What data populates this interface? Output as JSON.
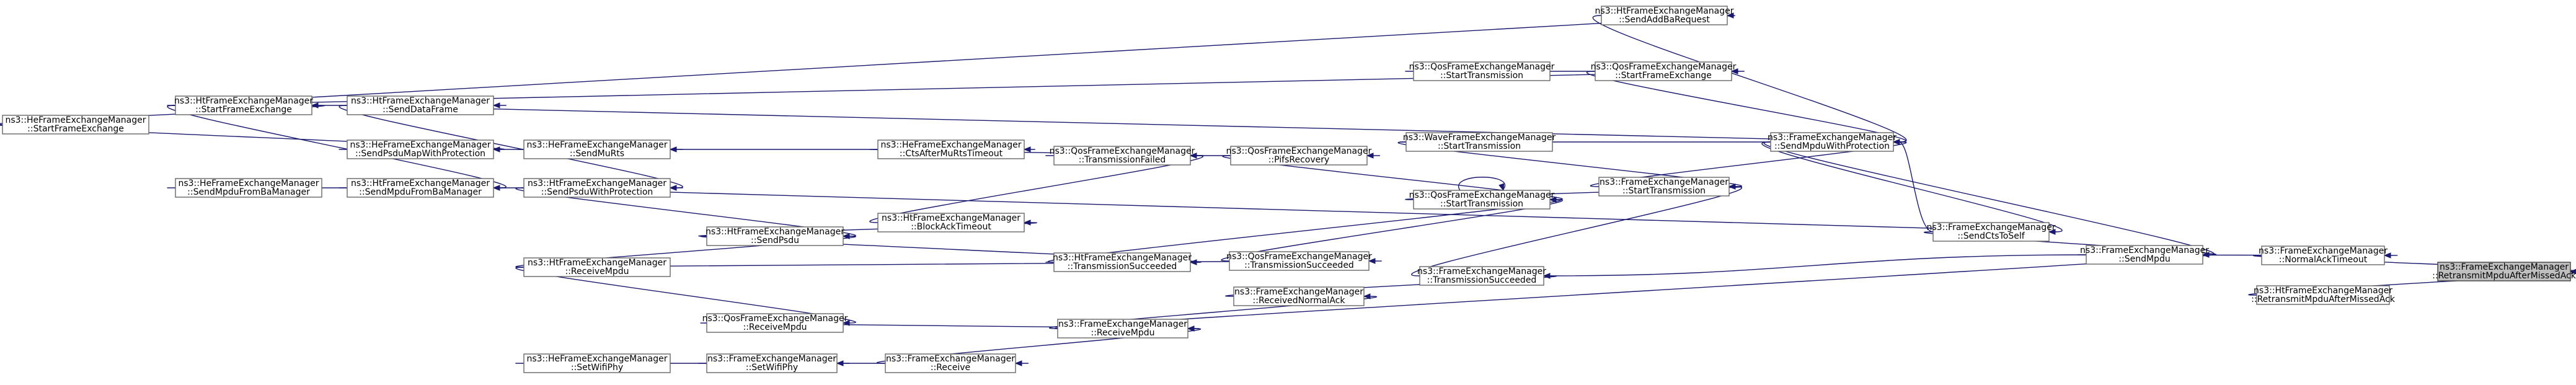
{
  "nodes": [
    {
      "id": "retransmit_missed_ack",
      "lines": [
        "ns3::FrameExchangeManager",
        "::RetransmitMpduAfterMissedAck"
      ],
      "focus": true
    },
    {
      "id": "ht_retransmit_missed_ack",
      "lines": [
        "ns3::HtFrameExchangeManager",
        "::RetransmitMpduAfterMissedAck"
      ]
    },
    {
      "id": "normal_ack_timeout",
      "lines": [
        "ns3::FrameExchangeManager",
        "::NormalAckTimeout"
      ]
    },
    {
      "id": "send_mpdu",
      "lines": [
        "ns3::FrameExchangeManager",
        "::SendMpdu"
      ]
    },
    {
      "id": "send_mpdu_with_protection",
      "lines": [
        "ns3::FrameExchangeManager",
        "::SendMpduWithProtection"
      ]
    },
    {
      "id": "send_cts_to_self",
      "lines": [
        "ns3::FrameExchangeManager",
        "::SendCtsToSelf"
      ]
    },
    {
      "id": "ht_send_add_ba_request",
      "lines": [
        "ns3::HtFrameExchangeManager",
        "::SendAddBaRequest"
      ]
    },
    {
      "id": "qos_start_frame_exchange",
      "lines": [
        "ns3::QosFrameExchangeManager",
        "::StartFrameExchange"
      ]
    },
    {
      "id": "qos_start_transmission_top",
      "lines": [
        "ns3::QosFrameExchangeManager",
        "::StartTransmission"
      ]
    },
    {
      "id": "wave_start_transmission",
      "lines": [
        "ns3::WaveFrameExchangeManager",
        "::StartTransmission"
      ]
    },
    {
      "id": "fem_start_transmission",
      "lines": [
        "ns3::FrameExchangeManager",
        "::StartTransmission"
      ]
    },
    {
      "id": "qos_start_transmission",
      "lines": [
        "ns3::QosFrameExchangeManager",
        "::StartTransmission"
      ]
    },
    {
      "id": "fem_transmission_succeeded",
      "lines": [
        "ns3::FrameExchangeManager",
        "::TransmissionSucceeded"
      ]
    },
    {
      "id": "qos_pifs_recovery",
      "lines": [
        "ns3::QosFrameExchangeManager",
        "::PifsRecovery"
      ]
    },
    {
      "id": "qos_transmission_failed",
      "lines": [
        "ns3::QosFrameExchangeManager",
        "::TransmissionFailed"
      ]
    },
    {
      "id": "qos_transmission_succeeded",
      "lines": [
        "ns3::QosFrameExchangeManager",
        "::TransmissionSucceeded"
      ]
    },
    {
      "id": "fem_received_normal_ack",
      "lines": [
        "ns3::FrameExchangeManager",
        "::ReceivedNormalAck"
      ]
    },
    {
      "id": "fem_receive_mpdu",
      "lines": [
        "ns3::FrameExchangeManager",
        "::ReceiveMpdu"
      ]
    },
    {
      "id": "fem_receive",
      "lines": [
        "ns3::FrameExchangeManager",
        "::Receive"
      ]
    },
    {
      "id": "fem_set_wifi_phy",
      "lines": [
        "ns3::FrameExchangeManager",
        "::SetWifiPhy"
      ]
    },
    {
      "id": "he_set_wifi_phy",
      "lines": [
        "ns3::HeFrameExchangeManager",
        "::SetWifiPhy"
      ]
    },
    {
      "id": "qos_receive_mpdu",
      "lines": [
        "ns3::QosFrameExchangeManager",
        "::ReceiveMpdu"
      ]
    },
    {
      "id": "ht_receive_mpdu",
      "lines": [
        "ns3::HtFrameExchangeManager",
        "::ReceiveMpdu"
      ]
    },
    {
      "id": "ht_transmission_succeeded",
      "lines": [
        "ns3::HtFrameExchangeManager",
        "::TransmissionSucceeded"
      ]
    },
    {
      "id": "he_cts_after_mu_rts_timeout",
      "lines": [
        "ns3::HeFrameExchangeManager",
        "::CtsAfterMuRtsTimeout"
      ]
    },
    {
      "id": "he_send_mu_rts",
      "lines": [
        "ns3::HeFrameExchangeManager",
        "::SendMuRts"
      ]
    },
    {
      "id": "ht_block_ack_timeout",
      "lines": [
        "ns3::HtFrameExchangeManager",
        "::BlockAckTimeout"
      ]
    },
    {
      "id": "ht_send_psdu",
      "lines": [
        "ns3::HtFrameExchangeManager",
        "::SendPsdu"
      ]
    },
    {
      "id": "ht_send_psdu_with_protection",
      "lines": [
        "ns3::HtFrameExchangeManager",
        "::SendPsduWithProtection"
      ]
    },
    {
      "id": "ht_send_data_frame",
      "lines": [
        "ns3::HtFrameExchangeManager",
        "::SendDataFrame"
      ]
    },
    {
      "id": "he_send_psdu_map_with_protection",
      "lines": [
        "ns3::HeFrameExchangeManager",
        "::SendPsduMapWithProtection"
      ]
    },
    {
      "id": "ht_send_mpdu_from_ba_manager",
      "lines": [
        "ns3::HtFrameExchangeManager",
        "::SendMpduFromBaManager"
      ]
    },
    {
      "id": "he_send_mpdu_from_ba_manager",
      "lines": [
        "ns3::HeFrameExchangeManager",
        "::SendMpduFromBaManager"
      ]
    },
    {
      "id": "ht_start_frame_exchange",
      "lines": [
        "ns3::HtFrameExchangeManager",
        "::StartFrameExchange"
      ]
    },
    {
      "id": "he_start_frame_exchange",
      "lines": [
        "ns3::HeFrameExchangeManager",
        "::StartFrameExchange"
      ]
    }
  ],
  "edges": [
    [
      "ht_retransmit_missed_ack",
      "retransmit_missed_ack"
    ],
    [
      "normal_ack_timeout",
      "retransmit_missed_ack"
    ],
    [
      "send_mpdu",
      "normal_ack_timeout"
    ],
    [
      "send_mpdu_with_protection",
      "send_mpdu"
    ],
    [
      "send_cts_to_self",
      "send_mpdu"
    ],
    [
      "fem_receive_mpdu",
      "send_mpdu"
    ],
    [
      "send_mpdu",
      "fem_transmission_succeeded"
    ],
    [
      "send_mpdu_with_protection",
      "send_cts_to_self"
    ],
    [
      "send_cts_to_self",
      "send_mpdu_with_protection"
    ],
    [
      "ht_send_add_ba_request",
      "send_mpdu_with_protection"
    ],
    [
      "qos_start_frame_exchange",
      "send_mpdu_with_protection"
    ],
    [
      "wave_start_transmission",
      "send_mpdu_with_protection"
    ],
    [
      "fem_start_transmission",
      "send_mpdu_with_protection"
    ],
    [
      "ht_send_data_frame",
      "send_mpdu_with_protection"
    ],
    [
      "qos_start_transmission_top",
      "qos_start_frame_exchange"
    ],
    [
      "wave_start_transmission",
      "fem_start_transmission"
    ],
    [
      "qos_start_transmission",
      "fem_start_transmission"
    ],
    [
      "fem_transmission_succeeded",
      "fem_start_transmission"
    ],
    [
      "qos_start_transmission",
      "qos_start_transmission"
    ],
    [
      "qos_pifs_recovery",
      "qos_start_transmission"
    ],
    [
      "qos_transmission_succeeded",
      "qos_start_transmission"
    ],
    [
      "ht_transmission_succeeded",
      "qos_start_transmission"
    ],
    [
      "qos_transmission_failed",
      "qos_pifs_recovery"
    ],
    [
      "he_cts_after_mu_rts_timeout",
      "qos_transmission_failed"
    ],
    [
      "ht_block_ack_timeout",
      "qos_transmission_failed"
    ],
    [
      "ht_transmission_succeeded",
      "qos_transmission_succeeded"
    ],
    [
      "fem_received_normal_ack",
      "fem_transmission_succeeded"
    ],
    [
      "fem_receive_mpdu",
      "fem_received_normal_ack"
    ],
    [
      "fem_receive",
      "fem_receive_mpdu"
    ],
    [
      "qos_receive_mpdu",
      "fem_receive_mpdu"
    ],
    [
      "fem_set_wifi_phy",
      "fem_receive"
    ],
    [
      "he_set_wifi_phy",
      "fem_set_wifi_phy"
    ],
    [
      "ht_receive_mpdu",
      "qos_receive_mpdu"
    ],
    [
      "ht_receive_mpdu",
      "ht_transmission_succeeded"
    ],
    [
      "ht_send_psdu",
      "ht_transmission_succeeded"
    ],
    [
      "ht_send_psdu",
      "ht_block_ack_timeout"
    ],
    [
      "ht_receive_mpdu",
      "ht_send_psdu"
    ],
    [
      "ht_send_psdu_with_protection",
      "ht_send_psdu"
    ],
    [
      "ht_send_psdu_with_protection",
      "send_cts_to_self"
    ],
    [
      "he_send_mu_rts",
      "he_cts_after_mu_rts_timeout"
    ],
    [
      "he_send_psdu_map_with_protection",
      "he_send_mu_rts"
    ],
    [
      "ht_send_data_frame",
      "ht_send_psdu_with_protection"
    ],
    [
      "ht_send_mpdu_from_ba_manager",
      "ht_send_psdu_with_protection"
    ],
    [
      "he_send_mpdu_from_ba_manager",
      "ht_send_mpdu_from_ba_manager"
    ],
    [
      "ht_start_frame_exchange",
      "ht_send_mpdu_from_ba_manager"
    ],
    [
      "ht_start_frame_exchange",
      "ht_send_data_frame"
    ],
    [
      "ht_start_frame_exchange",
      "ht_send_add_ba_request"
    ],
    [
      "ht_start_frame_exchange",
      "qos_start_frame_exchange"
    ],
    [
      "he_start_frame_exchange",
      "ht_start_frame_exchange"
    ],
    [
      "he_start_frame_exchange",
      "he_send_psdu_map_with_protection"
    ]
  ]
}
